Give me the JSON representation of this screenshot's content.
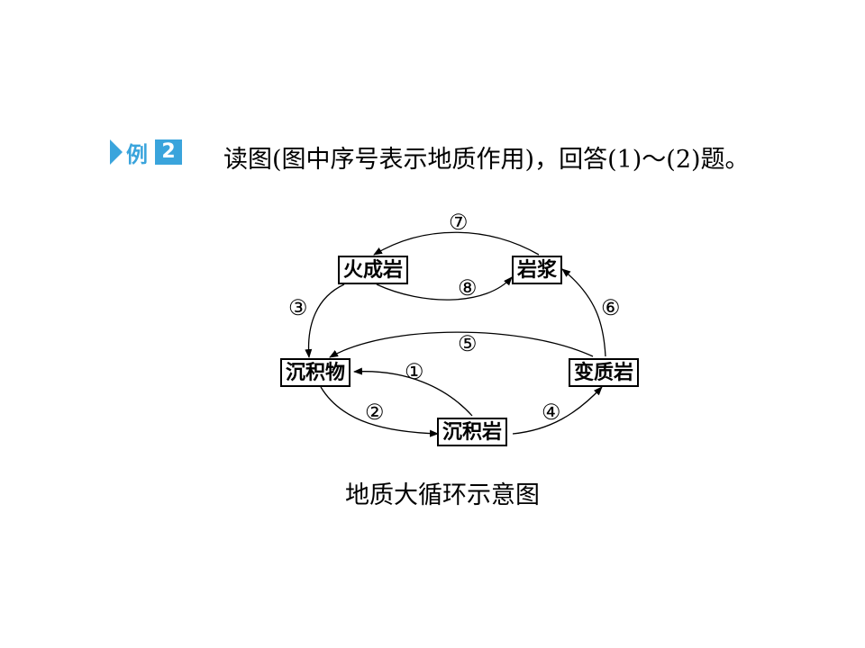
{
  "badge": {
    "label": "例",
    "number": "2"
  },
  "question": "读图(图中序号表示地质作用)，回答(1)～(2)题。",
  "diagram": {
    "nodes": {
      "igneous": "火成岩",
      "magma": "岩浆",
      "sediment": "沉积物",
      "metamorphic": "变质岩",
      "sedimentary_rock": "沉积岩"
    },
    "processes": [
      "①",
      "②",
      "③",
      "④",
      "⑤",
      "⑥",
      "⑦",
      "⑧"
    ],
    "caption": "地质大循环示意图"
  }
}
